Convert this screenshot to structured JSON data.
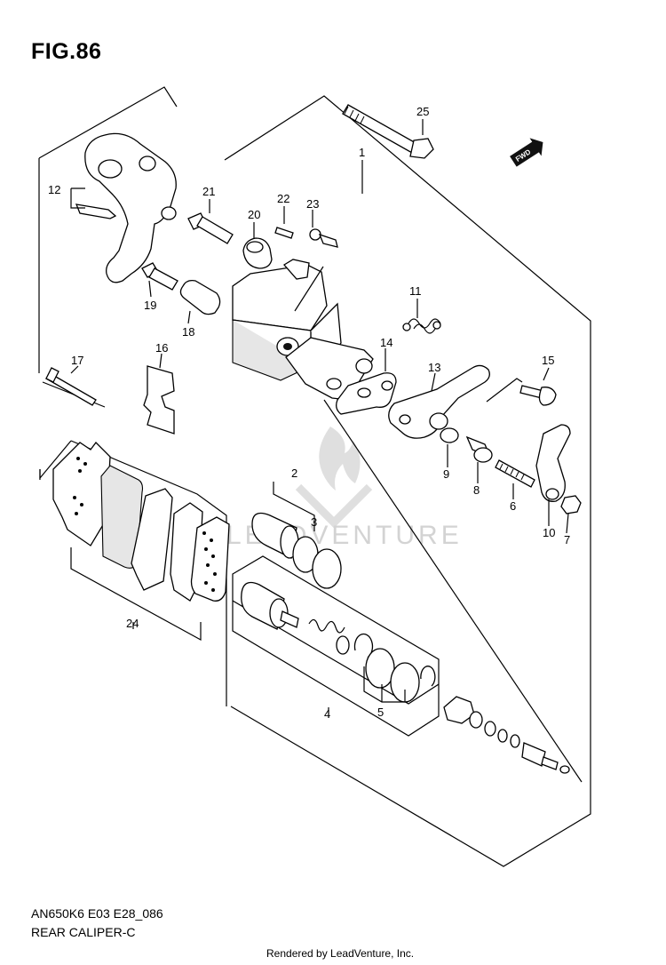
{
  "header": {
    "title": "FIG.86"
  },
  "footer": {
    "code": "AN650K6 E03 E28_086",
    "caption": "REAR CALIPER-C",
    "rendered_by": "Rendered by LeadVenture, Inc."
  },
  "watermark": {
    "text": "LEADVENTURE"
  },
  "fwd_badge": {
    "text": "FWD"
  },
  "callouts": {
    "c1": "1",
    "c2": "2",
    "c3": "3",
    "c4": "4",
    "c5": "5",
    "c6": "6",
    "c7": "7",
    "c8": "8",
    "c9": "9",
    "c10": "10",
    "c11": "11",
    "c12": "12",
    "c13": "13",
    "c14": "14",
    "c15": "15",
    "c16": "16",
    "c17": "17",
    "c18": "18",
    "c19": "19",
    "c20": "20",
    "c21": "21",
    "c22": "22",
    "c23": "23",
    "c24": "24",
    "c25": "25"
  }
}
